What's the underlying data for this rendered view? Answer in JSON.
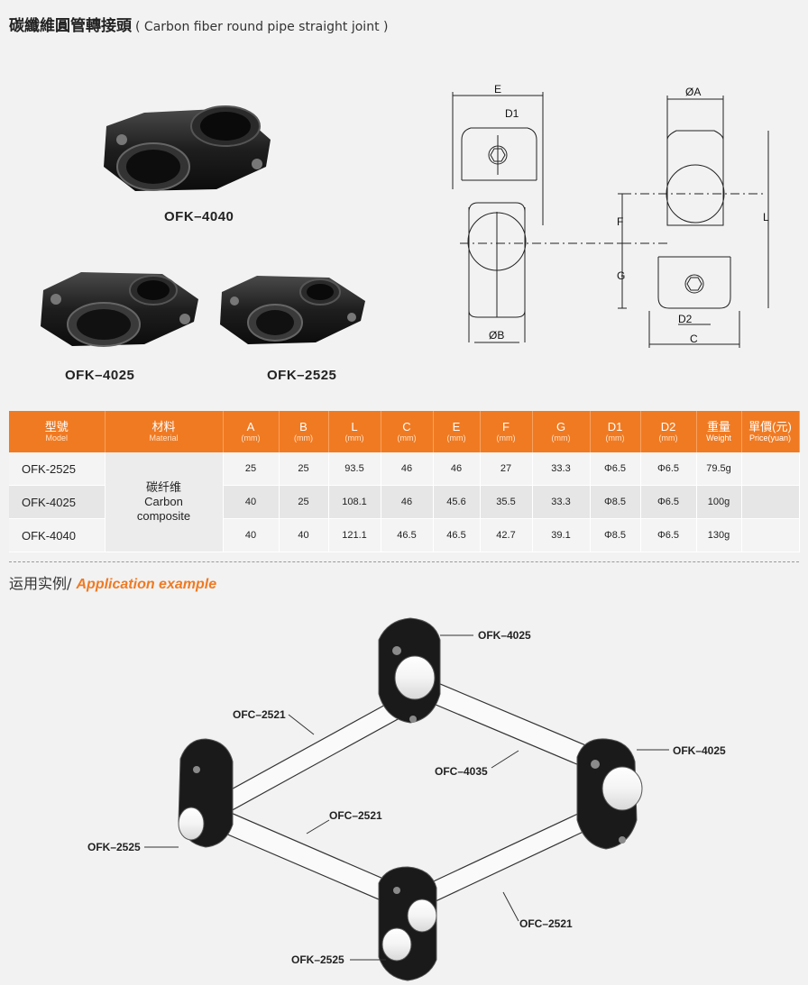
{
  "header": {
    "title_cn": "碳纖維圓管轉接頭",
    "title_en": "( Carbon fiber round pipe straight joint )"
  },
  "products": {
    "p1": "OFK–4040",
    "p2": "OFK–4025",
    "p3": "OFK–2525"
  },
  "drawing": {
    "labels": [
      "E",
      "D1",
      "ØB",
      "ØA",
      "F",
      "G",
      "L",
      "D2",
      "C"
    ]
  },
  "table": {
    "headers": [
      {
        "cn": "型號",
        "en": "Model"
      },
      {
        "cn": "材料",
        "en": "Material"
      },
      {
        "cn": "A",
        "en": "(mm)"
      },
      {
        "cn": "B",
        "en": "(mm)"
      },
      {
        "cn": "L",
        "en": "(mm)"
      },
      {
        "cn": "C",
        "en": "(mm)"
      },
      {
        "cn": "E",
        "en": "(mm)"
      },
      {
        "cn": "F",
        "en": "(mm)"
      },
      {
        "cn": "G",
        "en": "(mm)"
      },
      {
        "cn": "D1",
        "en": "(mm)"
      },
      {
        "cn": "D2",
        "en": "(mm)"
      },
      {
        "cn": "重量",
        "en": "Weight"
      },
      {
        "cn": "單價(元)",
        "en": "Price(yuan)"
      }
    ],
    "material": {
      "cn": "碳纤维",
      "en1": "Carbon",
      "en2": "composite"
    },
    "rows": [
      {
        "model": "OFK-2525",
        "A": "25",
        "B": "25",
        "L": "93.5",
        "C": "46",
        "E": "46",
        "F": "27",
        "G": "33.3",
        "D1": "Φ6.5",
        "D2": "Φ6.5",
        "weight": "79.5g",
        "price": ""
      },
      {
        "model": "OFK-4025",
        "A": "40",
        "B": "25",
        "L": "108.1",
        "C": "46",
        "E": "45.6",
        "F": "35.5",
        "G": "33.3",
        "D1": "Φ8.5",
        "D2": "Φ6.5",
        "weight": "100g",
        "price": ""
      },
      {
        "model": "OFK-4040",
        "A": "40",
        "B": "40",
        "L": "121.1",
        "C": "46.5",
        "E": "46.5",
        "F": "42.7",
        "G": "39.1",
        "D1": "Φ8.5",
        "D2": "Φ6.5",
        "weight": "130g",
        "price": ""
      }
    ]
  },
  "application": {
    "title_cn": "运用实例/",
    "title_en": "Application example",
    "callouts": {
      "c1": "OFK–4025",
      "c2": "OFC–2521",
      "c3": "OFK–4025",
      "c4": "OFC–4035",
      "c5": "OFC–2521",
      "c6": "OFK–2525",
      "c7": "OFC–2521",
      "c8": "OFK–2525"
    }
  },
  "colors": {
    "accent": "#f07a22",
    "part": "#1c1c1c"
  }
}
